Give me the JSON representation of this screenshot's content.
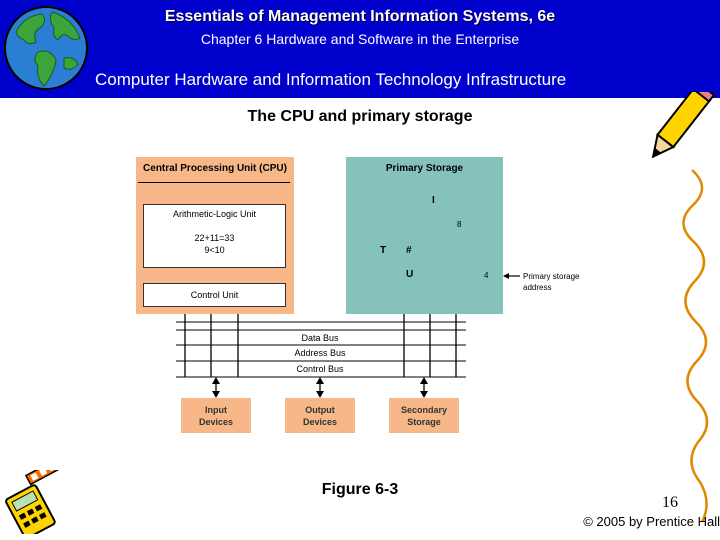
{
  "header": {
    "title": "Essentials of Management Information Systems, 6e",
    "subtitle": "Chapter 6 Hardware and Software in the Enterprise",
    "section": "Computer Hardware and Information Technology Infrastructure"
  },
  "slide": {
    "heading": "The CPU and primary storage",
    "caption": "Figure 6-3",
    "page_number": "16",
    "copyright": "© 2005 by Prentice Hall"
  },
  "figure": {
    "cpu": {
      "title": "Central Processing Unit (CPU)",
      "alu_label": "Arithmetic-Logic Unit",
      "alu_example_1": "22+11=33",
      "alu_example_2": "9<10",
      "control_label": "Control Unit"
    },
    "storage": {
      "title": "Primary Storage",
      "cells": [
        "I",
        "8",
        "T",
        "#",
        "U",
        "4"
      ],
      "address_label_1": "Primary storage",
      "address_label_2": "address"
    },
    "buses": [
      "Data Bus",
      "Address Bus",
      "Control Bus"
    ],
    "devices": [
      {
        "line1": "Input",
        "line2": "Devices"
      },
      {
        "line1": "Output",
        "line2": "Devices"
      },
      {
        "line1": "Secondary",
        "line2": "Storage"
      }
    ]
  },
  "colors": {
    "header_blue": "#0000cc",
    "cpu_orange": "#f7b789",
    "storage_teal": "#86c2bc"
  },
  "icons": [
    "globe-icon",
    "pencil-clipart-icon",
    "calculator-clipart-icon"
  ]
}
